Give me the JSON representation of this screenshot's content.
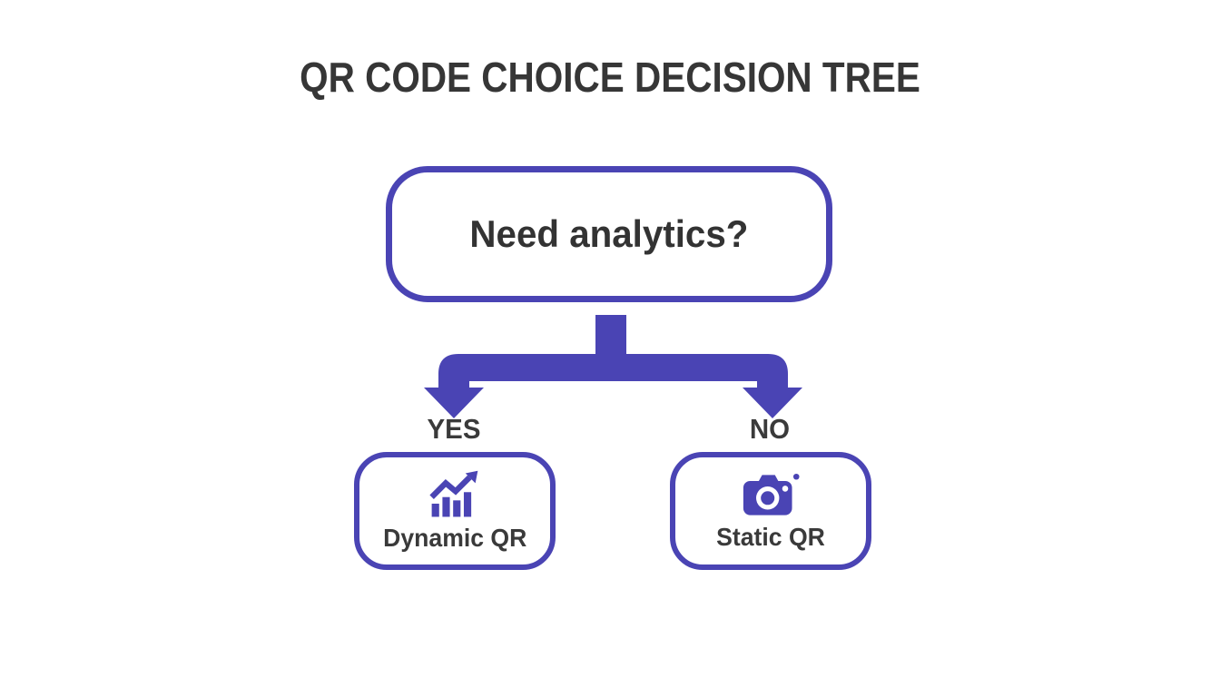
{
  "title": "QR CODE CHOICE DECISION TREE",
  "diagram": {
    "root": {
      "label": "Need analytics?"
    },
    "branches": [
      {
        "answer": "YES",
        "result": "Dynamic QR",
        "icon": "trending-up-chart-icon"
      },
      {
        "answer": "NO",
        "result": "Static QR",
        "icon": "camera-icon"
      }
    ],
    "colors": {
      "accent_purple": "#4a44b4",
      "text_dark": "#363636",
      "background": "#ffffff"
    }
  }
}
